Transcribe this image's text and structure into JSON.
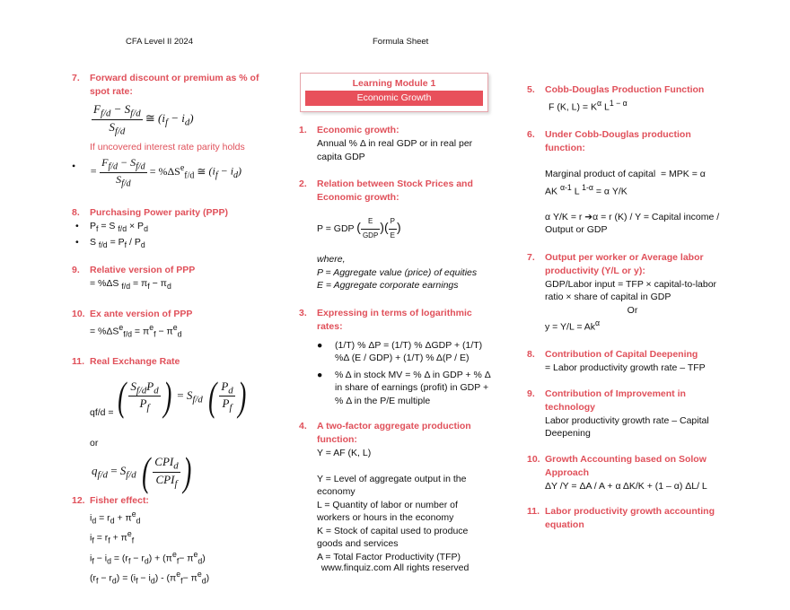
{
  "header": {
    "left": "CFA Level II 2024",
    "center": "Formula Sheet"
  },
  "left": {
    "s7": {
      "num": "7.",
      "title": "Forward discount or premium as % of spot rate:"
    },
    "s7_eq1_num": "F",
    "s7_note": "If uncovered interest rate parity holds",
    "s8": {
      "num": "8.",
      "title": "Purchasing Power parity (PPP)"
    },
    "s8_b1": "P",
    "s9": {
      "num": "9.",
      "title": "Relative version of PPP",
      "body": "= %ΔS f/d = πf − πd"
    },
    "s10": {
      "num": "10.",
      "title": "Ex ante version of PPP",
      "body": "= %ΔSef/d = πef − πed"
    },
    "s11": {
      "num": "11.",
      "title": "Real Exchange Rate",
      "qfd": "qf/d =",
      "or": "or"
    },
    "s12": {
      "num": "12.",
      "title": "Fisher effect:",
      "lines": [
        "id = rd + πed",
        "if = rf + πef",
        "if − id = (rf − rd) + (πef − πed)",
        "(rf − rd) = (if − id) - (πef − πed)"
      ]
    }
  },
  "middle": {
    "lm_title": "Learning Module 1",
    "lm_sub": "Economic Growth",
    "s1": {
      "num": "1.",
      "title": "Economic growth:",
      "body": "Annual % Δ in real GDP or in real per capita GDP"
    },
    "s2": {
      "num": "2.",
      "title": "Relation between Stock Prices and Economic growth:",
      "where": "where,",
      "p_def": "P = Aggregate value (price) of equities",
      "e_def": "E = Aggregate corporate earnings"
    },
    "s3": {
      "num": "3.",
      "title": "Expressing in terms of logarithmic rates:",
      "b1": "(1/T) % ΔP = (1/T) % ΔGDP + (1/T) %Δ (E / GDP) + (1/T) % Δ(P / E)",
      "b2": "% Δ in stock MV = % Δ in GDP + % Δ in share of earnings (profit) in GDP + % Δ in the P/E multiple"
    },
    "s4": {
      "num": "4.",
      "title": "A two-factor aggregate production function:",
      "eq": "Y = AF (K, L)",
      "l1": "Y = Level of aggregate output in the economy",
      "l2": "L = Quantity of labor or number of workers or hours in the economy",
      "l3": "K = Stock of capital used to produce goods and services",
      "l4": "A = Total Factor Productivity (TFP)"
    }
  },
  "right": {
    "s5": {
      "num": "5.",
      "title": "Cobb-Douglas Production Function",
      "body": "F (K, L) = Kα L1 − α"
    },
    "s6": {
      "num": "6.",
      "title": "Under Cobb-Douglas production function:",
      "b1": "Marginal product of capital  = MPK = α AK α-1 L 1-α = α Y/K",
      "b2": "α Y/K = r ➔α = r (K) / Y = Capital income / Output or GDP"
    },
    "s7": {
      "num": "7.",
      "title": "Output per worker or Average labor productivity (Y/L or y):",
      "body": "GDP/Labor input = TFP × capital-to-labor ratio × share of capital in GDP",
      "or": "Or",
      "eq": "y = Y/L = Akα"
    },
    "s8": {
      "num": "8.",
      "title": "Contribution of Capital Deepening",
      "body": "= Labor productivity growth rate – TFP"
    },
    "s9": {
      "num": "9.",
      "title": "Contribution of Improvement in technology",
      "body": "Labor productivity growth rate – Capital Deepening"
    },
    "s10": {
      "num": "10.",
      "title": "Growth Accounting based on Solow Approach",
      "body": "ΔY /Y = ΔA / A + α ΔK/K + (1 – α) ΔL/ L"
    },
    "s11": {
      "num": "11.",
      "title": "Labor productivity growth accounting equation"
    }
  },
  "footer": "www.finquiz.com All rights reserved"
}
